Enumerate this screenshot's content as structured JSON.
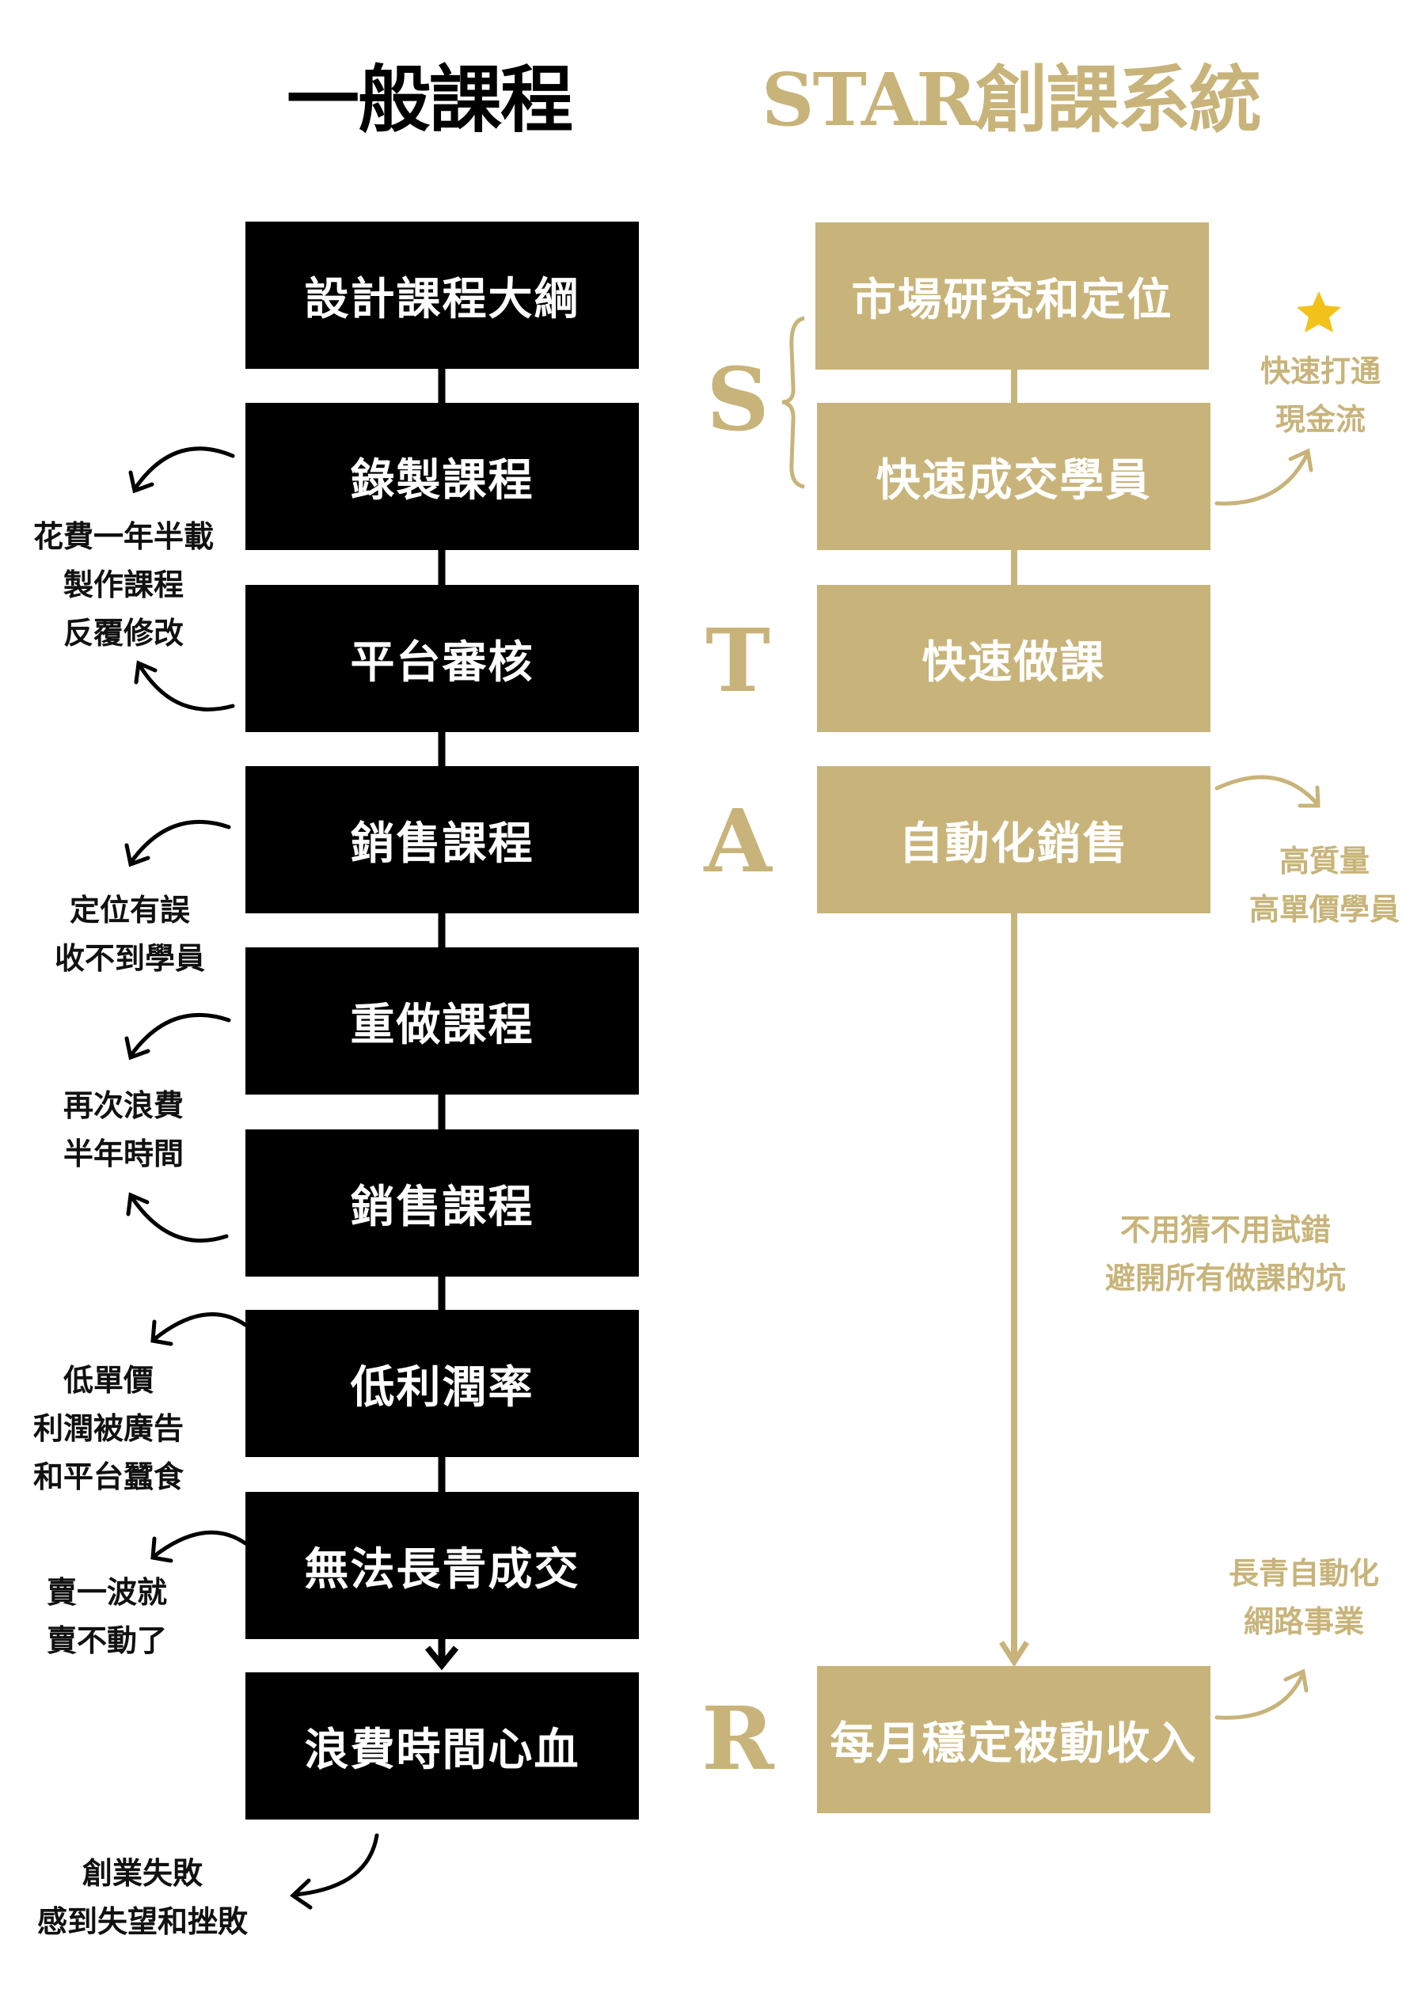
{
  "titles": {
    "left": "一般課程",
    "right": "STAR創課系統"
  },
  "colors": {
    "gold": "#c8b47a",
    "black": "#000000"
  },
  "left_steps": [
    "設計課程大綱",
    "錄製課程",
    "平台審核",
    "銷售課程",
    "重做課程",
    "銷售課程",
    "低利潤率",
    "無法長青成交",
    "浪費時間心血"
  ],
  "right_steps": [
    "市場研究和定位",
    "快速成交學員",
    "快速做課",
    "自動化銷售",
    "每月穩定被動收入"
  ],
  "star_letters": [
    "S",
    "T",
    "A",
    "R"
  ],
  "left_notes": [
    [
      "花費一年半載",
      "製作課程",
      "反覆修改"
    ],
    [
      "定位有誤",
      "收不到學員"
    ],
    [
      "再次浪費",
      "半年時間"
    ],
    [
      "低單價",
      "利潤被廣告",
      "和平台蠶食"
    ],
    [
      "賣一波就",
      "賣不動了"
    ],
    [
      "創業失敗",
      "感到失望和挫敗"
    ]
  ],
  "right_notes": [
    [
      "快速打通",
      "現金流"
    ],
    [
      "高質量",
      "高單價學員"
    ],
    [
      "不用猜不用試錯",
      "避開所有做課的坑"
    ],
    [
      "長青自動化",
      "網路事業"
    ]
  ],
  "icons": {
    "star": "star-icon"
  }
}
